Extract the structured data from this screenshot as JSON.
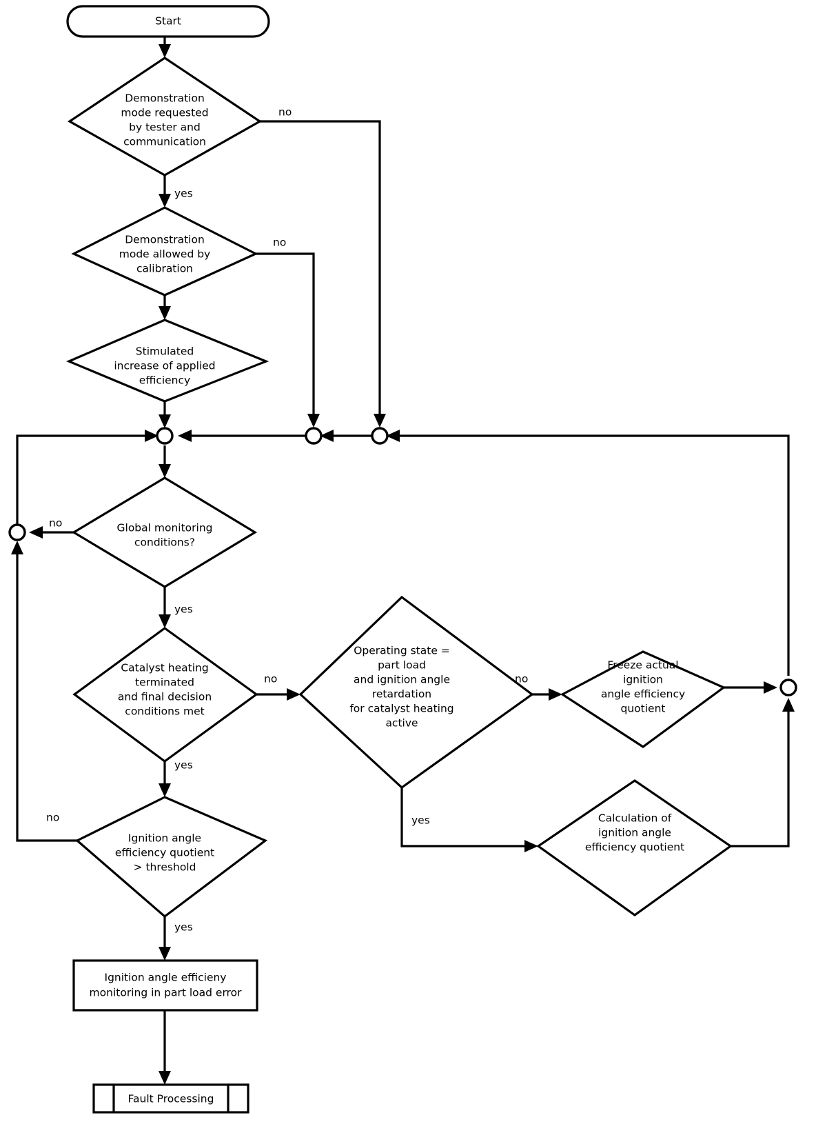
{
  "diagram": {
    "title": "Ignition angle efficiency monitoring flowchart",
    "background_color": "#ffffff",
    "line_color": "#000000",
    "text_color": "#000000"
  },
  "nodes": {
    "start": {
      "shape": "terminator",
      "label": "Start"
    },
    "demo_requested": {
      "shape": "decision",
      "lines": [
        "Demonstration",
        "mode requested",
        "by tester  and",
        "communication"
      ]
    },
    "demo_allowed": {
      "shape": "decision",
      "lines": [
        "Demonstration",
        "mode allowed by",
        "calibration"
      ]
    },
    "stimulated": {
      "shape": "decision",
      "lines": [
        "Stimulated",
        "increase of applied",
        "efficiency"
      ]
    },
    "global_monitoring": {
      "shape": "decision",
      "lines": [
        "Global monitoring",
        "conditions?"
      ]
    },
    "catalyst_heating": {
      "shape": "decision",
      "lines": [
        "Catalyst heating",
        "terminated",
        "and final decision",
        "conditions met"
      ]
    },
    "operating_state": {
      "shape": "decision",
      "lines": [
        "Operating state =",
        "part load",
        "and ignition angle",
        "retardation",
        "for catalyst heating",
        "active"
      ]
    },
    "freeze_actual": {
      "shape": "decision",
      "lines": [
        "Freeze actual",
        "ignition",
        "angle efficiency",
        "quotient"
      ]
    },
    "calculation": {
      "shape": "decision",
      "lines": [
        "Calculation of",
        "ignition angle",
        "efficiency quotient"
      ]
    },
    "threshold": {
      "shape": "decision",
      "lines": [
        "Ignition angle",
        "efficiency quotient",
        "> threshold"
      ]
    },
    "error_box": {
      "shape": "process",
      "lines": [
        "Ignition angle efficieny",
        "monitoring in part load error"
      ]
    },
    "fault_processing": {
      "shape": "predefined-process",
      "label": "Fault Processing"
    }
  },
  "junctions": {
    "main_merge": {
      "name": "main-merge-junction"
    },
    "merge_b": {
      "name": "merge-junction-b"
    },
    "merge_c": {
      "name": "merge-junction-c"
    },
    "left_loop": {
      "name": "left-loop-junction"
    },
    "right_merge": {
      "name": "right-merge-junction"
    }
  },
  "edge_labels": {
    "demo_requested_no": "no",
    "demo_requested_yes": "yes",
    "demo_allowed_no": "no",
    "global_monitoring_no": "no",
    "global_monitoring_yes": "yes",
    "catalyst_no": "no",
    "catalyst_yes": "yes",
    "operating_no": "no",
    "operating_yes": "yes",
    "threshold_no": "no",
    "threshold_yes": "yes"
  }
}
